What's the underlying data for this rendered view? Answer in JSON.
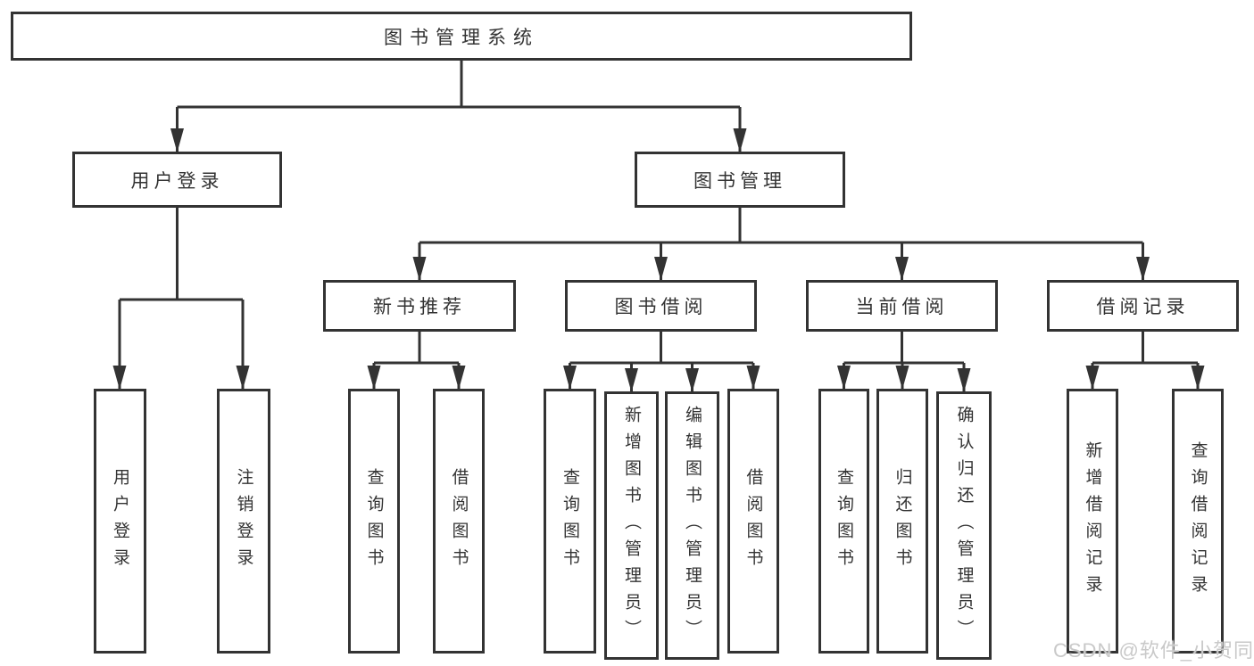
{
  "tree": {
    "root": {
      "label": "图书管理系统",
      "children": [
        {
          "label": "用户登录",
          "children": [
            {
              "label": "用户登录"
            },
            {
              "label": "注销登录"
            }
          ]
        },
        {
          "label": "图书管理",
          "children": [
            {
              "label": "新书推荐",
              "children": [
                {
                  "label": "查询图书"
                },
                {
                  "label": "借阅图书"
                }
              ]
            },
            {
              "label": "图书借阅",
              "children": [
                {
                  "label": "查询图书"
                },
                {
                  "label": "新增图书（管理员）"
                },
                {
                  "label": "编辑图书（管理员）"
                },
                {
                  "label": "借阅图书"
                }
              ]
            },
            {
              "label": "当前借阅",
              "children": [
                {
                  "label": "查询图书"
                },
                {
                  "label": "归还图书"
                },
                {
                  "label": "确认归还（管理员）"
                }
              ]
            },
            {
              "label": "借阅记录",
              "children": [
                {
                  "label": "新增借阅记录"
                },
                {
                  "label": "查询借阅记录"
                }
              ]
            }
          ]
        }
      ]
    }
  },
  "watermark": {
    "text": "CSDN @软件_小贺同学"
  },
  "colors": {
    "line": "#333333",
    "box_border": "#333333",
    "text": "#333333",
    "watermark": "#c9c9c9",
    "background": "#ffffff"
  }
}
